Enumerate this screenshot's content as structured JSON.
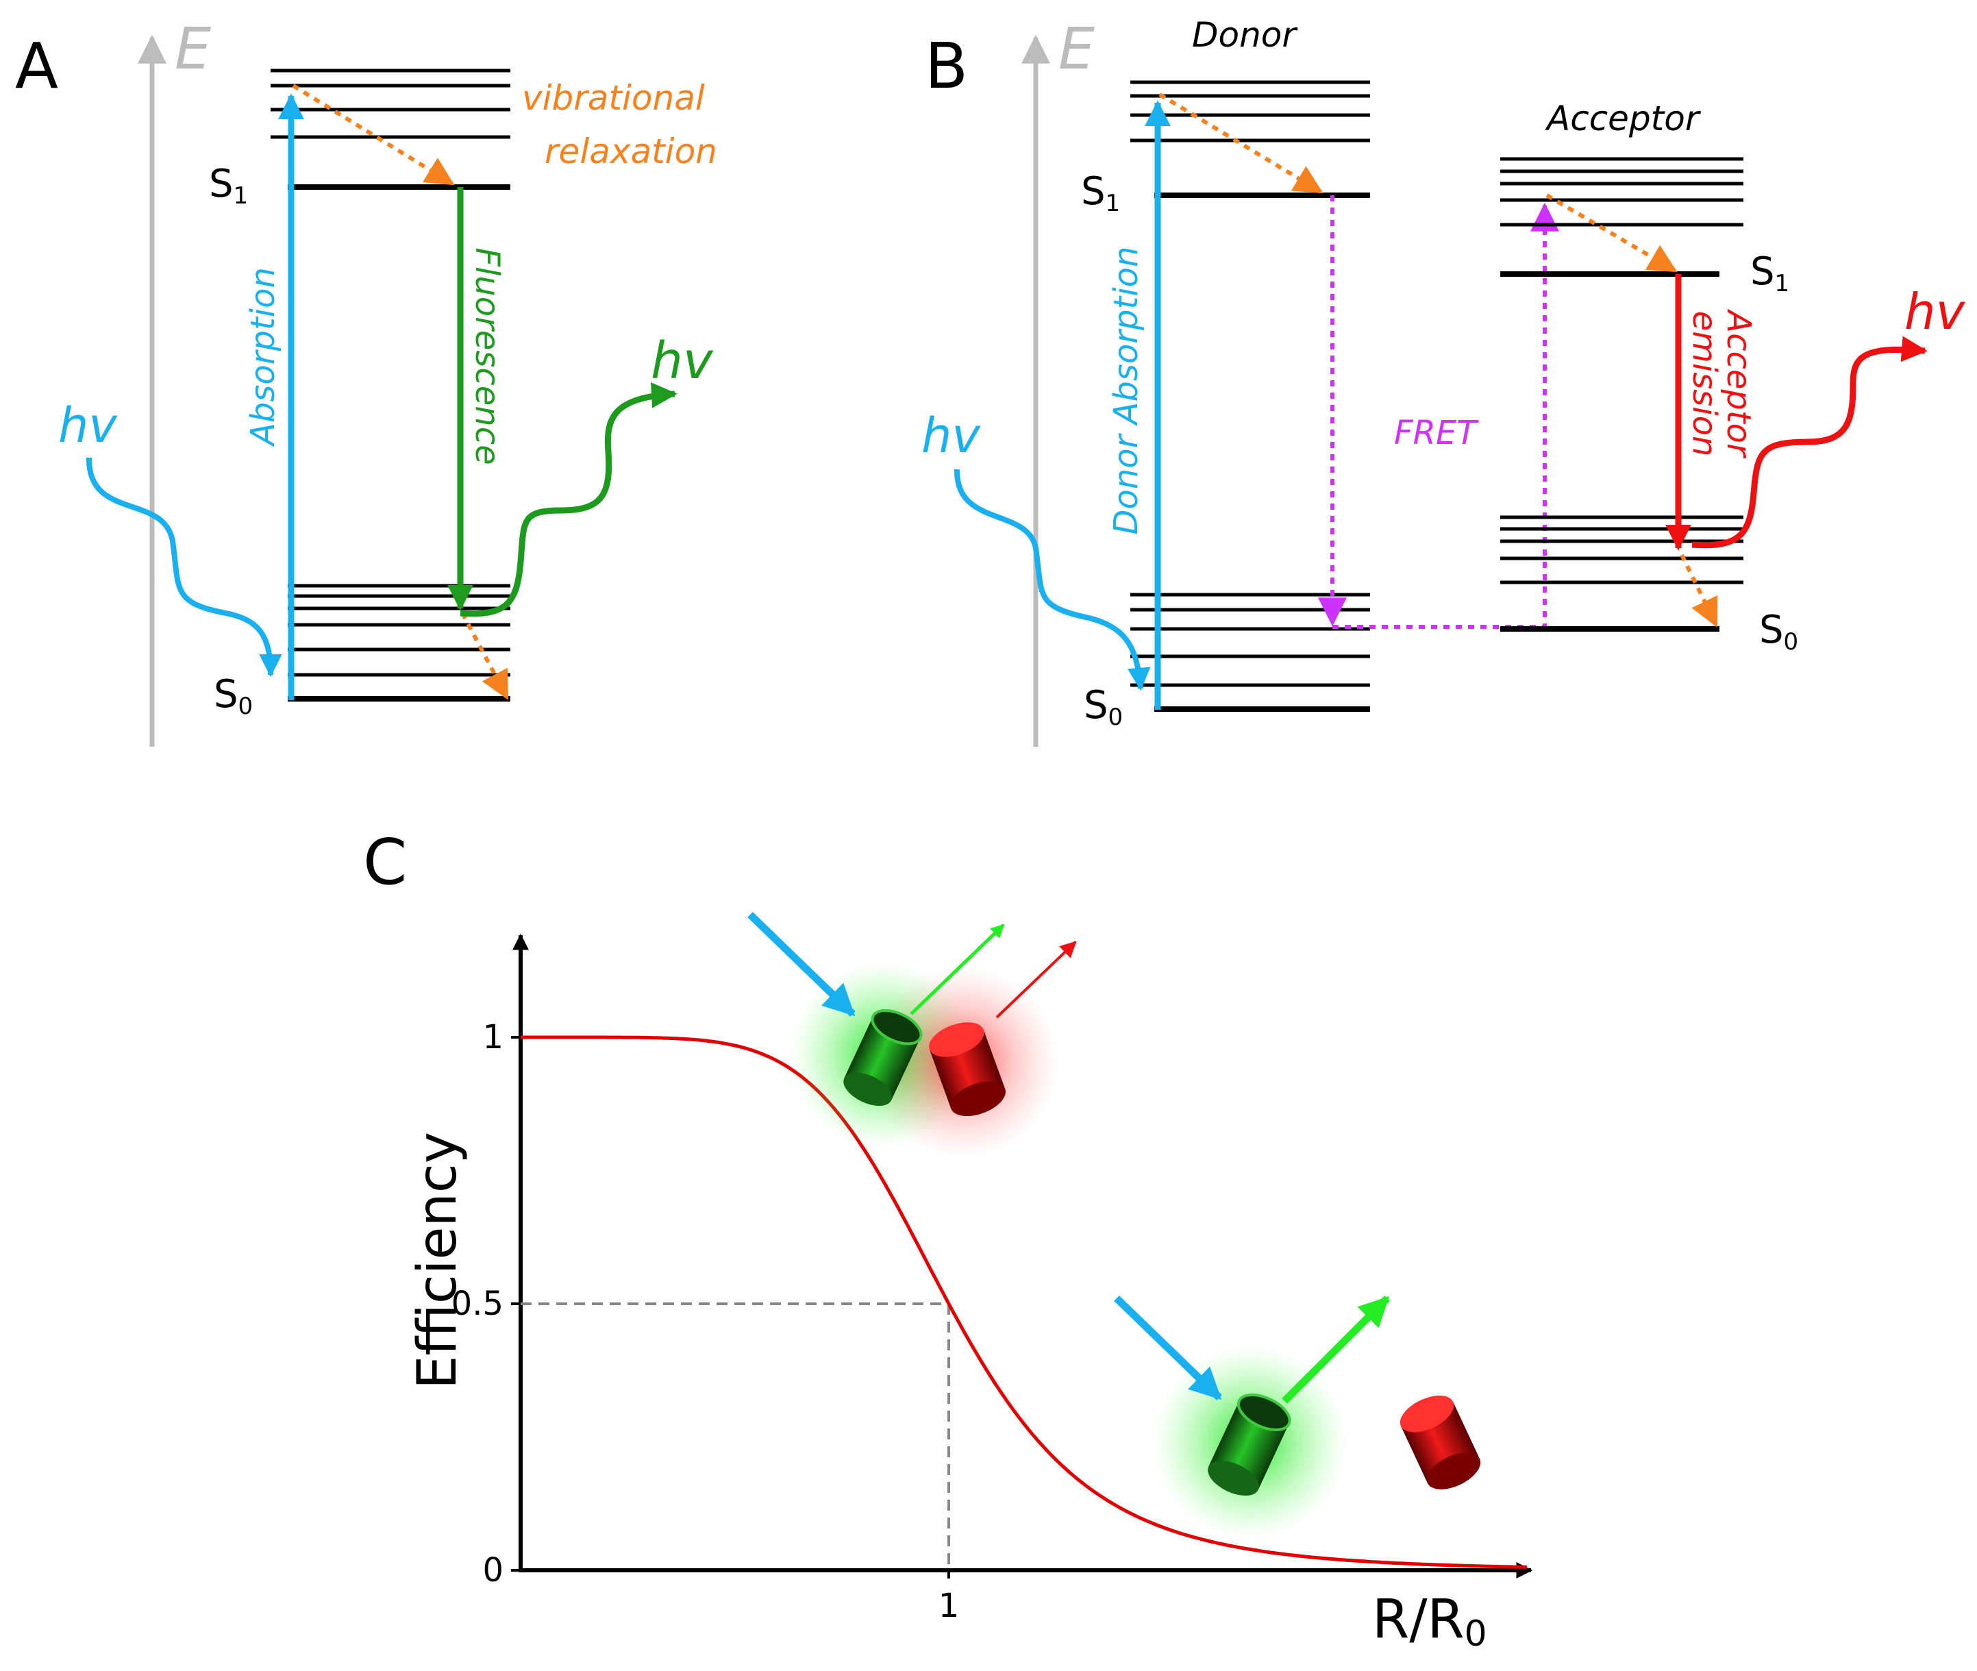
{
  "panels": {
    "a": {
      "letter": "A",
      "energy_axis": "E",
      "s1_label": "S",
      "s1_sub": "1",
      "s0_label": "S",
      "s0_sub": "0",
      "absorption": "Absorption",
      "fluorescence": "Fluorescence",
      "vib_line1": "vibrational",
      "vib_line2": "relaxation",
      "photon_in": "hv",
      "photon_out": "hv"
    },
    "b": {
      "letter": "B",
      "energy_axis": "E",
      "donor": "Donor",
      "acceptor": "Acceptor",
      "donor_s1_label": "S",
      "donor_s1_sub": "1",
      "donor_s0_label": "S",
      "donor_s0_sub": "0",
      "acceptor_s1_label": "S",
      "acceptor_s1_sub": "1",
      "acceptor_s0_label": "S",
      "acceptor_s0_sub": "0",
      "donor_absorption": "Donor Absorption",
      "fret": "FRET",
      "acceptor_emission_line1": "Acceptor",
      "acceptor_emission_line2": "emission",
      "photon_in": "hv",
      "photon_out": "hv"
    },
    "c": {
      "letter": "C",
      "ylabel": "Efficiency",
      "xlabel": "R/R",
      "xlabel_sub": "0",
      "yticks": [
        {
          "value": 1,
          "label": "1"
        },
        {
          "value": 0.5,
          "label": "0.5"
        },
        {
          "value": 0,
          "label": "0"
        }
      ],
      "xticks": [
        {
          "value": 1,
          "label": "1"
        }
      ]
    }
  },
  "chart_data": {
    "type": "line",
    "title": "",
    "xlabel": "R/R0",
    "ylabel": "Efficiency",
    "xlim": [
      0,
      2.4
    ],
    "ylim": [
      0,
      1.2
    ],
    "function": "E = 1 / (1 + (R/R0)^6)",
    "series": [
      {
        "x": [
          0,
          0.2,
          0.4,
          0.6,
          0.8,
          0.9,
          1.0,
          1.1,
          1.2,
          1.4,
          1.6,
          1.8,
          2.0,
          2.2,
          2.4
        ],
        "y": [
          1.0,
          1.0,
          0.996,
          0.956,
          0.792,
          0.653,
          0.5,
          0.361,
          0.251,
          0.125,
          0.056,
          0.029,
          0.015,
          0.009,
          0.005
        ]
      }
    ],
    "reference_point": {
      "x": 1,
      "y": 0.5
    },
    "colors": {
      "curve": "#e00000",
      "reference": "#888888"
    }
  },
  "colors": {
    "absorption": "#1ab0f0",
    "fluorescence": "#1e9a1e",
    "relaxation": "#f5821f",
    "fret": "#cc33ff",
    "acceptor_emission": "#ee1111",
    "axis_grey": "#bbbbbb",
    "level": "#000000"
  }
}
